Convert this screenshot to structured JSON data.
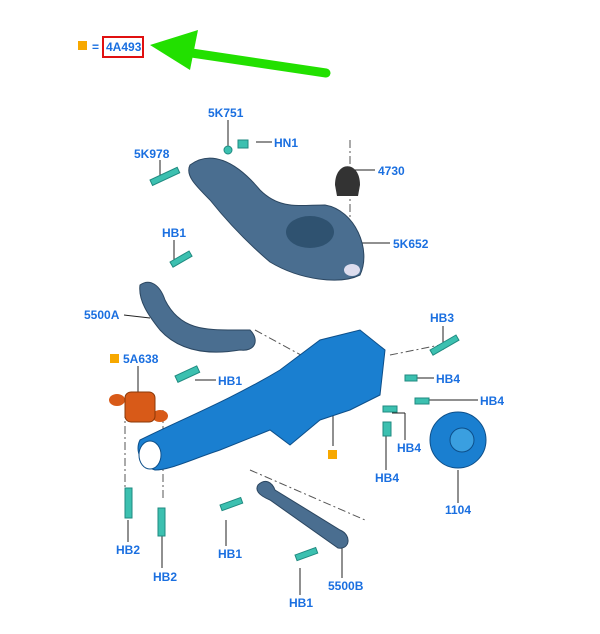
{
  "legend": {
    "equals": "=",
    "code": "4A493",
    "marker_color": "#f7a800",
    "highlight_color": "#e01010",
    "arrow_color": "#22e000"
  },
  "labels": {
    "l_5k751": "5K751",
    "l_hn1": "HN1",
    "l_5k978": "5K978",
    "l_4730": "4730",
    "l_5k652": "5K652",
    "l_hb1_top": "HB1",
    "l_5500a": "5500A",
    "l_hb3": "HB3",
    "l_5a638": "5A638",
    "l_hb1_mid": "HB1",
    "l_hb4_a": "HB4",
    "l_hb4_b": "HB4",
    "l_hb4_c": "HB4",
    "l_hb4_d": "HB4",
    "l_1104": "1104",
    "l_hb2_a": "HB2",
    "l_hb1_low": "HB1",
    "l_hb2_b": "HB2",
    "l_5500b": "5500B",
    "l_hb1_bottom": "HB1"
  },
  "colors": {
    "label": "#1a6fe0",
    "knuckle": "#1a7fd0",
    "arm": "#4a6e90",
    "bolt": "#3cc0b0",
    "bushing": "#d85a18"
  }
}
